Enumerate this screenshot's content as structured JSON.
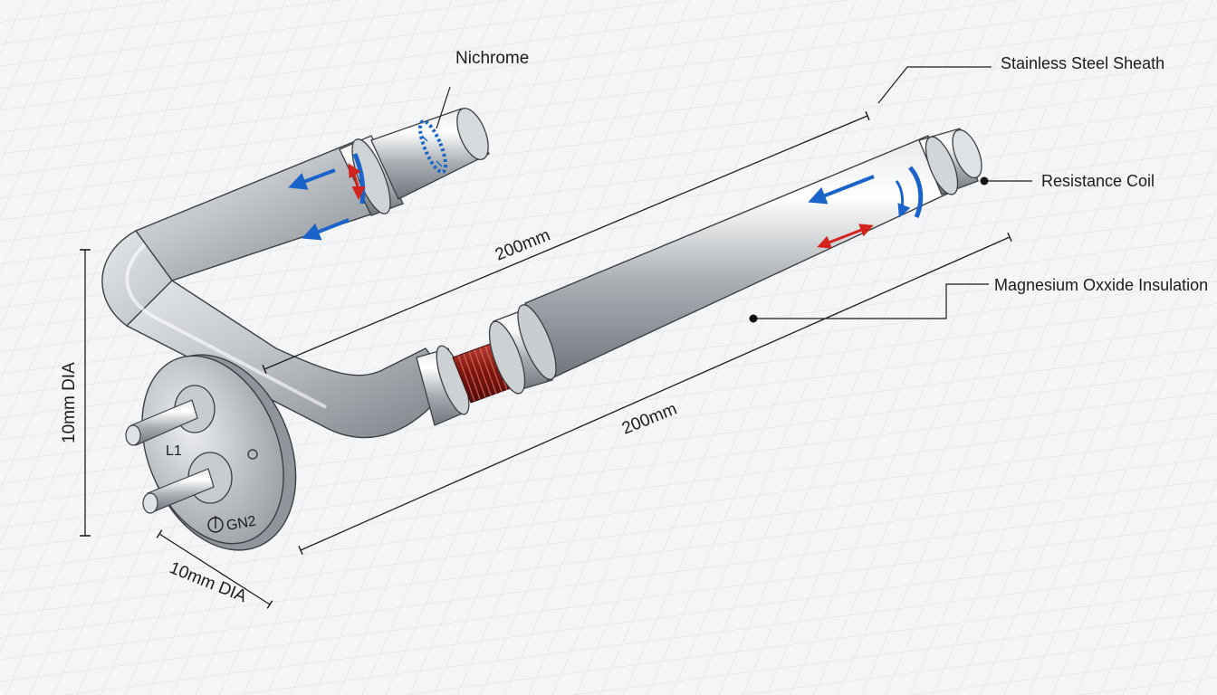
{
  "labels": {
    "nichrome": "Nichrome",
    "sheath": "Stainless Steel Sheath",
    "coil": "Resistance Coil",
    "insulation": "Magnesium Oxxide Insulation"
  },
  "dimensions": {
    "top_length": "200mm",
    "bottom_length": "200mm",
    "vertical_dia": "10mm DIA",
    "flange_dia": "10mm DIA"
  },
  "terminals": {
    "l1": "L1",
    "gn2": "GN2"
  },
  "colors": {
    "background": "#f4f5f6",
    "grid": "#d9dcdf",
    "steel": "#b9bdc1",
    "coil": "#8a1a14",
    "arrow_blue": "#1a63c9",
    "arrow_red": "#d2231c",
    "line": "#1c1c1c"
  }
}
